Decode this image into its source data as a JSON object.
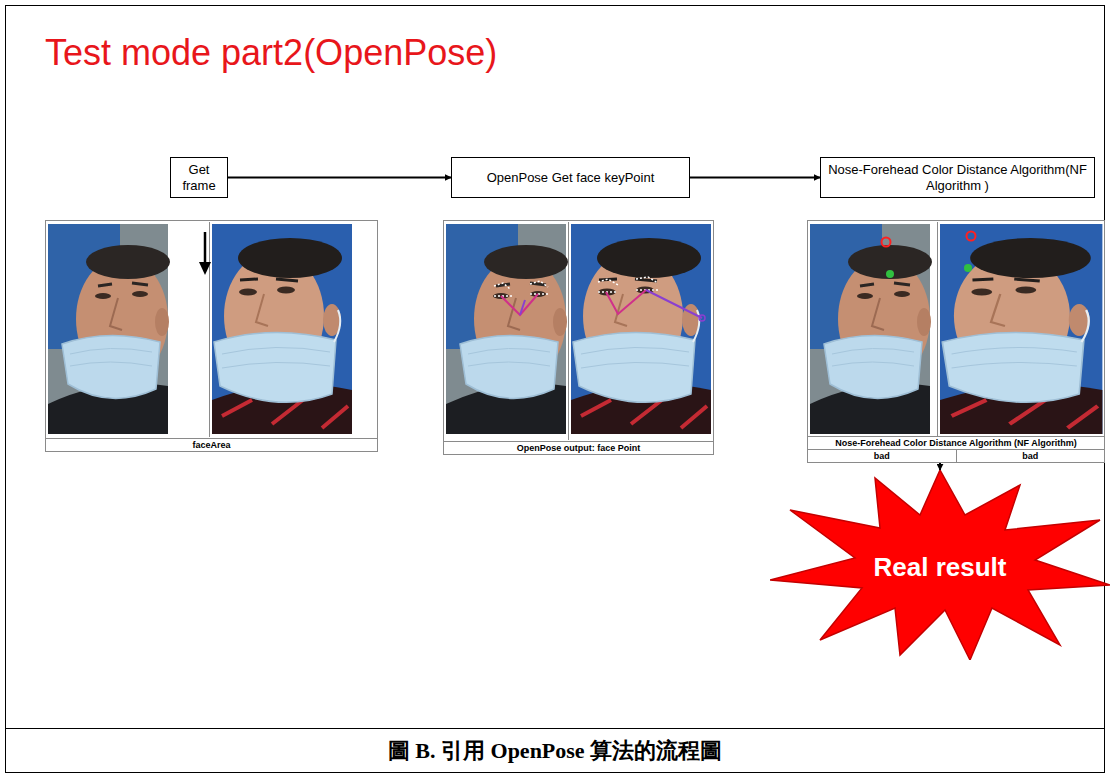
{
  "diagram": {
    "title": "Test mode part2(OpenPose)",
    "caption": "圖 B. 引用 OpenPose 算法的流程圖",
    "nodes": [
      {
        "text": [
          "Get frame"
        ]
      },
      {
        "text": [
          "OpenPose Get face keyPoint"
        ]
      },
      {
        "text": [
          "Nose-Forehead Color Distance Algorithm(NF Algorithm )"
        ]
      },
      {
        "text": [
          "faceArea"
        ]
      },
      {
        "text": [
          "OpenPose output: face Point"
        ]
      },
      {
        "text": [
          "Nose-Forehead Color Distance Algorithm (NF Algorithm)",
          "bad",
          "bad"
        ]
      },
      {
        "text": [
          "Real result"
        ]
      }
    ],
    "edges": [
      {
        "from": 0,
        "to": 1,
        "arrow": "to"
      },
      {
        "from": 1,
        "to": 2,
        "arrow": "to"
      },
      {
        "from": 5,
        "to": 6,
        "arrow": "to"
      }
    ]
  }
}
